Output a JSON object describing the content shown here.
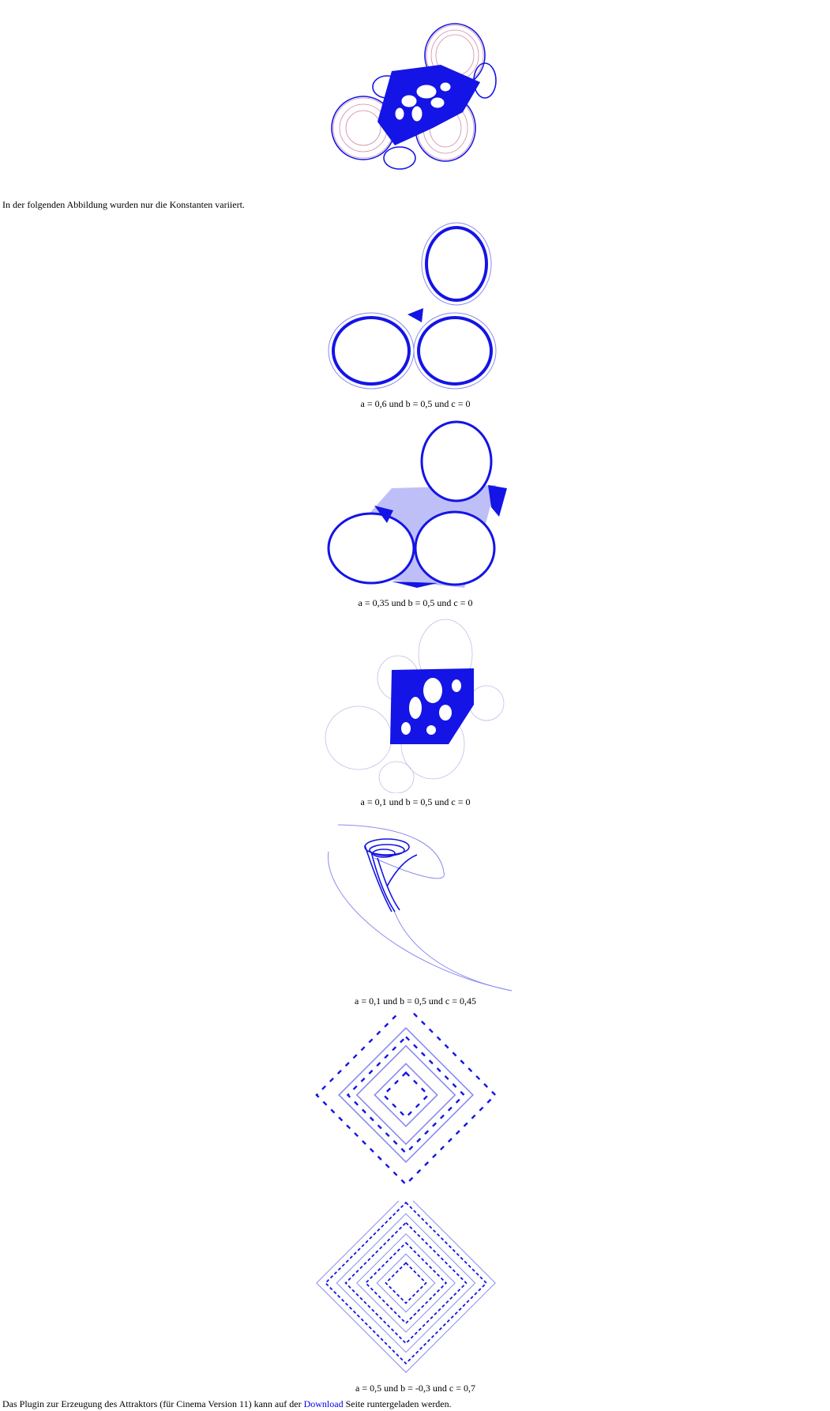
{
  "intro_text": "In der folgenden Abbildung wurden nur die Konstanten variiert.",
  "figures": [
    {
      "caption": ""
    },
    {
      "caption": "a = 0,6 und b = 0,5 und c = 0"
    },
    {
      "caption": "a = 0,35 und b = 0,5 und c = 0"
    },
    {
      "caption": "a = 0,1 und b = 0,5 und c = 0"
    },
    {
      "caption": "a = 0,1 und b = 0,5 und c = 0,45"
    },
    {
      "caption": ""
    },
    {
      "caption": "a = 0,5 und b = -0,3 und c = 0,7"
    }
  ],
  "footer": {
    "text_before": "Das Plugin zur Erzeugung des Attraktors (für Cinema Version 11) kann auf der ",
    "link_label": "Download",
    "text_after": " Seite runtergeladen werden."
  },
  "colors": {
    "stroke_blue": "#1414e6",
    "stroke_light": "#8a8af0",
    "stroke_pink": "#d08aa8"
  }
}
